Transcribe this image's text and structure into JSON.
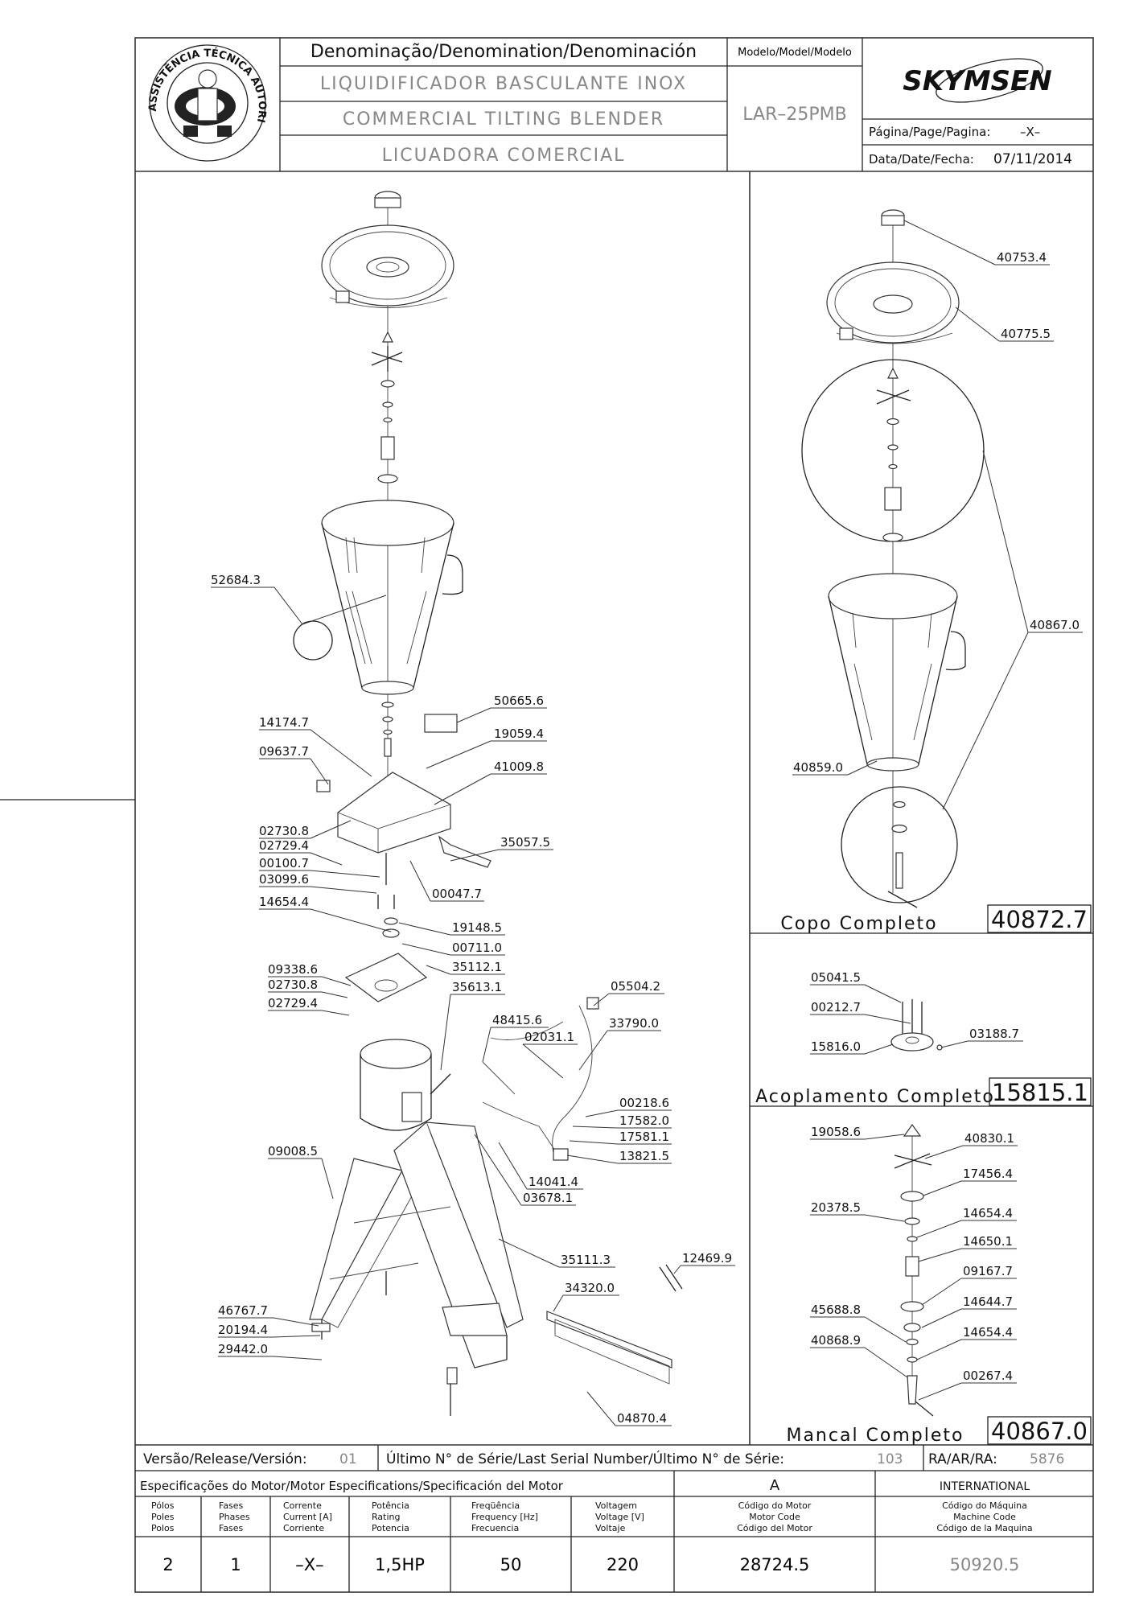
{
  "header": {
    "denomination_label": "Denominação/Denomination/Denominación",
    "name_pt": "LIQUIDIFICADOR BASCULANTE INOX",
    "name_en": "COMMERCIAL TILTING BLENDER",
    "name_es": "LICUADORA COMERCIAL",
    "model_label": "Modelo/Model/Modelo",
    "model_value": "LAR–25PMB",
    "brand": "SKYMSEN",
    "page_label": "Página/Page/Pagina:",
    "page_value": "–X–",
    "date_label": "Data/Date/Fecha:",
    "date_value": "07/11/2014",
    "seal_text": "ASSISTÊNCIA TÉCNICA AUTORIZADA"
  },
  "main_parts": [
    {
      "id": "p-52684-3",
      "code": "52684.3"
    },
    {
      "id": "p-50665-6",
      "code": "50665.6"
    },
    {
      "id": "p-14174-7",
      "code": "14174.7"
    },
    {
      "id": "p-19059-4",
      "code": "19059.4"
    },
    {
      "id": "p-09637-7",
      "code": "09637.7"
    },
    {
      "id": "p-41009-8",
      "code": "41009.8"
    },
    {
      "id": "p-02730-8a",
      "code": "02730.8"
    },
    {
      "id": "p-35057-5",
      "code": "35057.5"
    },
    {
      "id": "p-02729-4a",
      "code": "02729.4"
    },
    {
      "id": "p-00100-7",
      "code": "00100.7"
    },
    {
      "id": "p-03099-6",
      "code": "03099.6"
    },
    {
      "id": "p-00047-7",
      "code": "00047.7"
    },
    {
      "id": "p-14654-4a",
      "code": "14654.4"
    },
    {
      "id": "p-19148-5",
      "code": "19148.5"
    },
    {
      "id": "p-00711-0",
      "code": "00711.0"
    },
    {
      "id": "p-35112-1",
      "code": "35112.1"
    },
    {
      "id": "p-09338-6",
      "code": "09338.6"
    },
    {
      "id": "p-35613-1",
      "code": "35613.1"
    },
    {
      "id": "p-02730-8b",
      "code": "02730.8"
    },
    {
      "id": "p-05504-2",
      "code": "05504.2"
    },
    {
      "id": "p-02729-4b",
      "code": "02729.4"
    },
    {
      "id": "p-48415-6",
      "code": "48415.6"
    },
    {
      "id": "p-33790-0",
      "code": "33790.0"
    },
    {
      "id": "p-02031-1",
      "code": "02031.1"
    },
    {
      "id": "p-00218-6",
      "code": "00218.6"
    },
    {
      "id": "p-17582-0",
      "code": "17582.0"
    },
    {
      "id": "p-17581-1",
      "code": "17581.1"
    },
    {
      "id": "p-13821-5",
      "code": "13821.5"
    },
    {
      "id": "p-09008-5",
      "code": "09008.5"
    },
    {
      "id": "p-14041-4",
      "code": "14041.4"
    },
    {
      "id": "p-03678-1",
      "code": "03678.1"
    },
    {
      "id": "p-35111-3",
      "code": "35111.3"
    },
    {
      "id": "p-12469-9",
      "code": "12469.9"
    },
    {
      "id": "p-34320-0",
      "code": "34320.0"
    },
    {
      "id": "p-46767-7",
      "code": "46767.7"
    },
    {
      "id": "p-20194-4",
      "code": "20194.4"
    },
    {
      "id": "p-29442-0",
      "code": "29442.0"
    },
    {
      "id": "p-04870-4",
      "code": "04870.4"
    }
  ],
  "copo": {
    "title": "Copo Completo",
    "code": "40872.7",
    "parts": [
      {
        "id": "c-40753-4",
        "code": "40753.4"
      },
      {
        "id": "c-40775-5",
        "code": "40775.5"
      },
      {
        "id": "c-40867-0",
        "code": "40867.0"
      },
      {
        "id": "c-40859-0",
        "code": "40859.0"
      }
    ]
  },
  "acoplamento": {
    "title": "Acoplamento Completo",
    "code": "15815.1",
    "parts": [
      {
        "id": "a-05041-5",
        "code": "05041.5"
      },
      {
        "id": "a-00212-7",
        "code": "00212.7"
      },
      {
        "id": "a-03188-7",
        "code": "03188.7"
      },
      {
        "id": "a-15816-0",
        "code": "15816.0"
      }
    ]
  },
  "mancal": {
    "title": "Mancal Completo",
    "code": "40867.0",
    "parts": [
      {
        "id": "m-19058-6",
        "code": "19058.6"
      },
      {
        "id": "m-40830-1",
        "code": "40830.1"
      },
      {
        "id": "m-17456-4",
        "code": "17456.4"
      },
      {
        "id": "m-20378-5",
        "code": "20378.5"
      },
      {
        "id": "m-14654-4a",
        "code": "14654.4"
      },
      {
        "id": "m-14650-1",
        "code": "14650.1"
      },
      {
        "id": "m-09167-7",
        "code": "09167.7"
      },
      {
        "id": "m-14644-7",
        "code": "14644.7"
      },
      {
        "id": "m-45688-8",
        "code": "45688.8"
      },
      {
        "id": "m-14654-4b",
        "code": "14654.4"
      },
      {
        "id": "m-40868-9",
        "code": "40868.9"
      },
      {
        "id": "m-00267-4",
        "code": "00267.4"
      }
    ]
  },
  "footer": {
    "version_label": "Versão/Release/Versión:",
    "version_value": "01",
    "serial_label": "Último N° de Série/Last Serial Number/Último N° de Série:",
    "serial_value": "103",
    "ra_label": "RA/AR/RA:",
    "ra_value": "5876",
    "motor_spec_label": "Especificações do Motor/Motor Especifications/Specificación del Motor",
    "variant": "A",
    "market": "INTERNATIONAL",
    "columns": [
      {
        "id": "poles",
        "l1": "Pólos",
        "l2": "Poles",
        "l3": "Polos",
        "value": "2"
      },
      {
        "id": "phases",
        "l1": "Fases",
        "l2": "Phases",
        "l3": "Fases",
        "value": "1"
      },
      {
        "id": "current",
        "l1": "Corrente",
        "l2": "Current [A]",
        "l3": "Corriente",
        "value": "–X–"
      },
      {
        "id": "power",
        "l1": "Potência",
        "l2": "Rating",
        "l3": "Potencia",
        "value": "1,5HP"
      },
      {
        "id": "frequency",
        "l1": "Freqüência",
        "l2": "Frequency [Hz]",
        "l3": "Frecuencia",
        "value": "50"
      },
      {
        "id": "voltage",
        "l1": "Voltagem",
        "l2": "Voltage [V]",
        "l3": "Voltaje",
        "value": "220"
      },
      {
        "id": "motor_code",
        "l1": "Código do Motor",
        "l2": "Motor Code",
        "l3": "Código del Motor",
        "value": "28724.5"
      },
      {
        "id": "machine_code",
        "l1": "Código do Máquina",
        "l2": "Machine Code",
        "l3": "Código de la Maquina",
        "value": "50920.5"
      }
    ]
  },
  "colors": {
    "line": "#222222",
    "muted": "#888888",
    "paper": "#ffffff"
  }
}
